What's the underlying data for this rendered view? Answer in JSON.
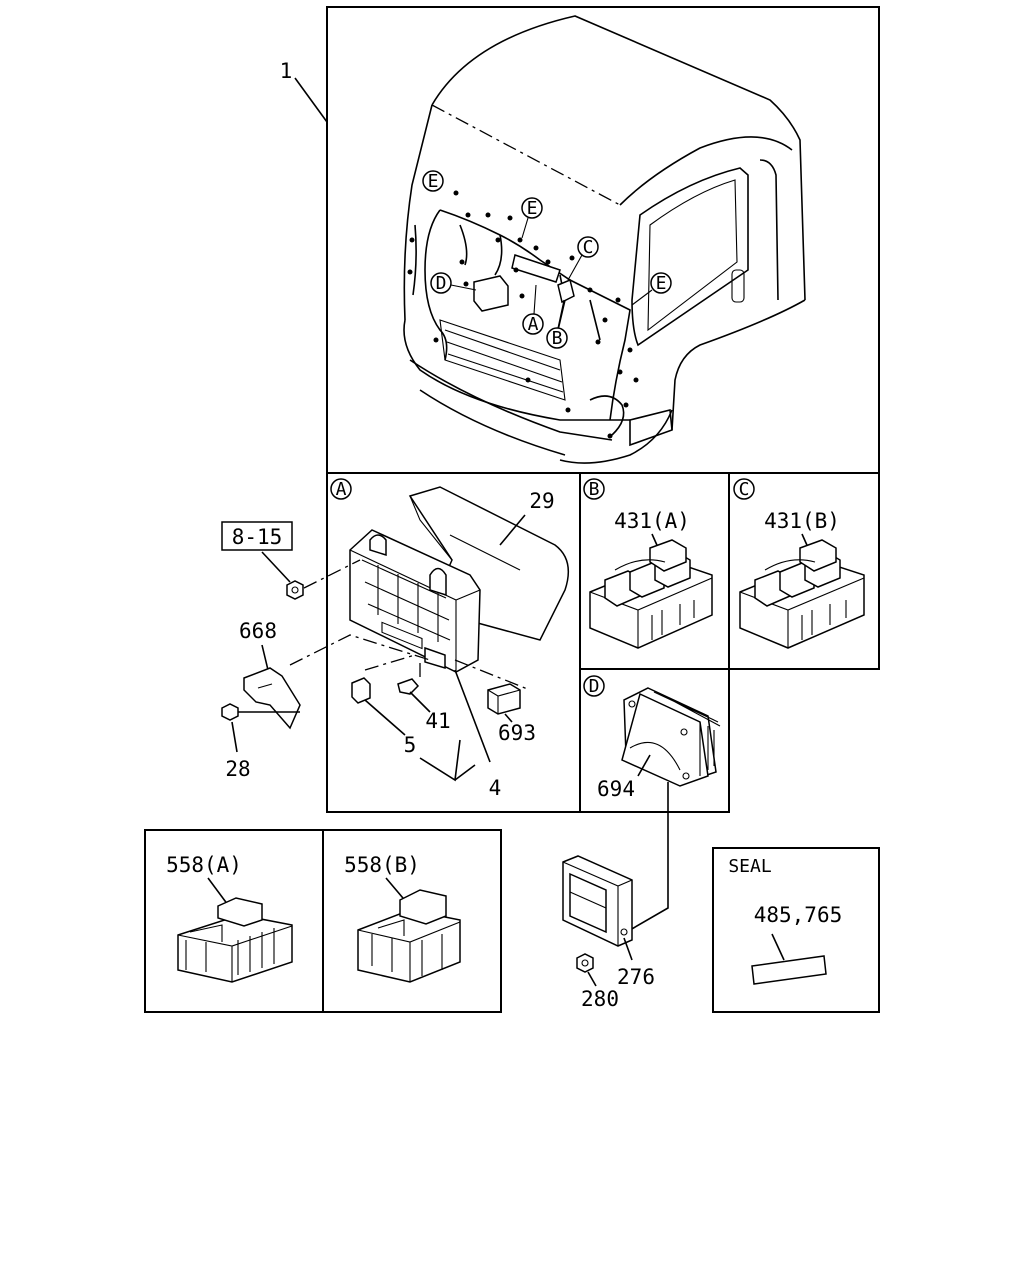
{
  "labels": {
    "cab": "1",
    "ref_page": "8-15",
    "p29": "29",
    "p668": "668",
    "p28": "28",
    "p5": "5",
    "p41": "41",
    "p4": "4",
    "p693": "693",
    "p431a": "431(A)",
    "p431b": "431(B)",
    "p694": "694",
    "p558a": "558(A)",
    "p558b": "558(B)",
    "p276": "276",
    "p280": "280",
    "seal_title": "SEAL",
    "p485": "485,765"
  },
  "callouts": {
    "A": "A",
    "B": "B",
    "C": "C",
    "D": "D",
    "E": "E"
  }
}
